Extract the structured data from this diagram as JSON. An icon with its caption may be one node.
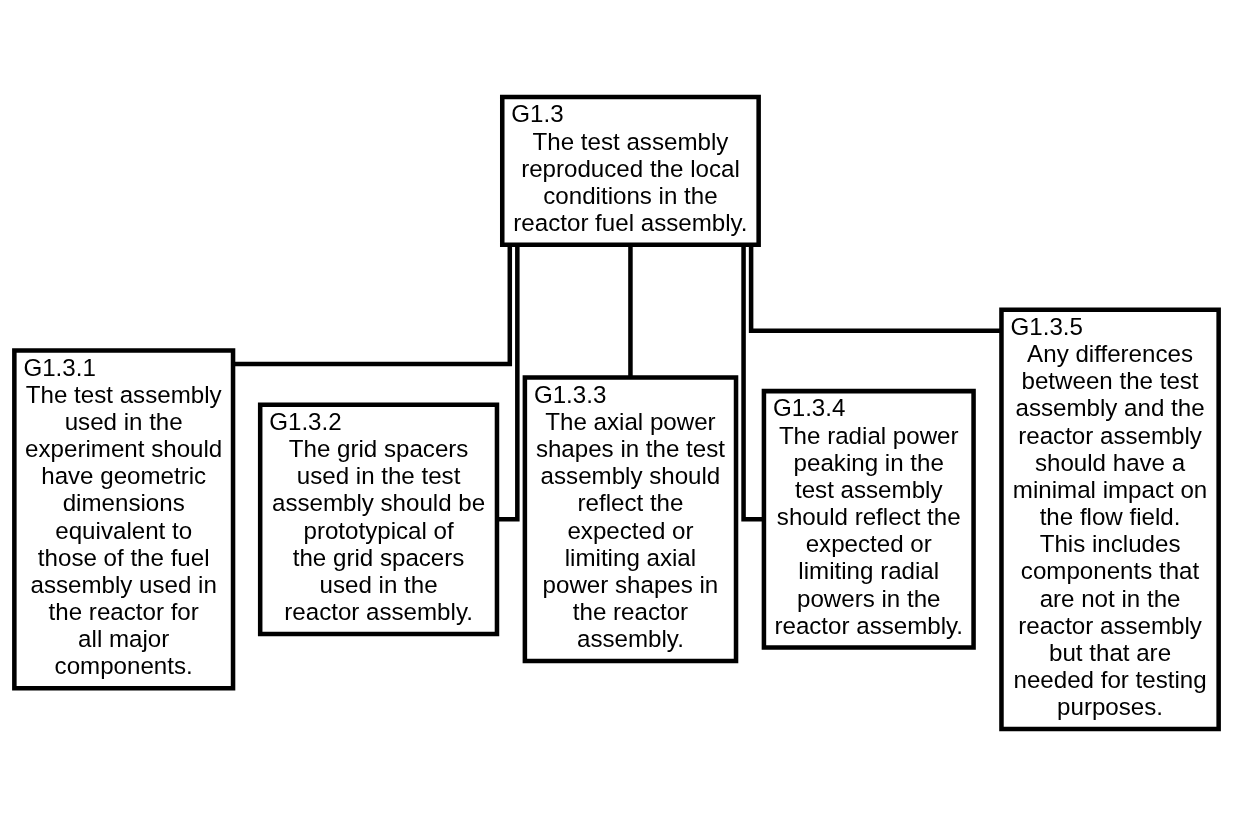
{
  "diagram": {
    "nodes": [
      {
        "text": [
          "G1.3",
          "The test assembly reproduced the local conditions in the reactor fuel assembly."
        ]
      },
      {
        "text": [
          "G1.3.1",
          "The test assembly used in the experiment should have geometric dimensions equivalent to those of the fuel assembly used in the reactor for all major components."
        ]
      },
      {
        "text": [
          "G1.3.2",
          "The grid spacers used in the test assembly should be prototypical of the grid spacers used in the reactor assembly."
        ]
      },
      {
        "text": [
          "G1.3.3",
          "The axial power shapes in the test assembly should reflect the expected or limiting axial power shapes in the reactor assembly."
        ]
      },
      {
        "text": [
          "G1.3.4",
          "The radial power peaking in the test assembly should reflect the expected or limiting radial powers in the reactor assembly."
        ]
      },
      {
        "text": [
          "G1.3.5",
          "Any differences between the test assembly and the reactor assembly should have a minimal impact on the flow field. This includes components that are not in the reactor assembly but that are needed for testing purposes."
        ]
      }
    ],
    "edges": [
      {
        "from": 0,
        "to": 1,
        "arrow": "none"
      },
      {
        "from": 0,
        "to": 2,
        "arrow": "none"
      },
      {
        "from": 0,
        "to": 3,
        "arrow": "none"
      },
      {
        "from": 0,
        "to": 4,
        "arrow": "none"
      },
      {
        "from": 0,
        "to": 5,
        "arrow": "none"
      }
    ]
  }
}
